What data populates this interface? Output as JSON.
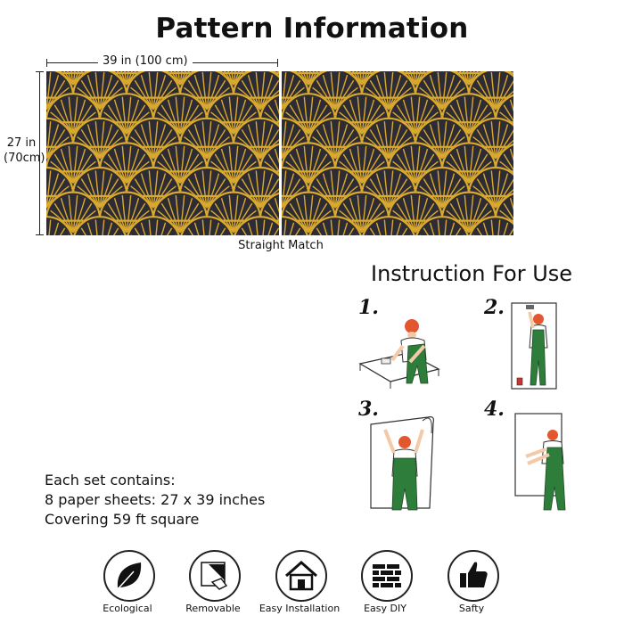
{
  "title": "Pattern Information",
  "dimensions": {
    "width_label": "39 in (100 cm)",
    "height_label_1": "27 in",
    "height_label_2": "(70cm)"
  },
  "pattern": {
    "caption": "Straight Match",
    "colors": {
      "background": "#2d2c35",
      "gold": "#d9a92f"
    }
  },
  "instructions": {
    "title": "Instruction For Use",
    "steps": [
      "1.",
      "2.",
      "3.",
      "4."
    ]
  },
  "set_info": {
    "line1": "Each set contains:",
    "line2": "8 paper sheets: 27 x 39 inches",
    "line3": "Covering 59 ft square"
  },
  "features": [
    {
      "label": "Ecological",
      "icon": "leaf-icon"
    },
    {
      "label": "Removable",
      "icon": "peel-icon"
    },
    {
      "label": "Easy Installation",
      "icon": "house-icon"
    },
    {
      "label": "Easy DIY",
      "icon": "brick-wall-icon"
    },
    {
      "label": "Safty",
      "icon": "thumbs-up-icon"
    }
  ]
}
